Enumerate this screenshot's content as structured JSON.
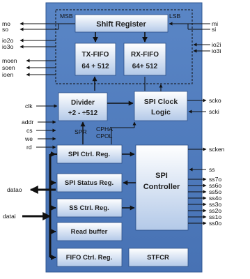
{
  "diagram": {
    "shift_register": {
      "label": "Shift Register",
      "msb": "MSB",
      "lsb": "LSB"
    },
    "tx_fifo": {
      "line1": "TX-FIFO",
      "line2": "64 + 512"
    },
    "rx_fifo": {
      "line1": "RX-FIFO",
      "line2": "64+ 512"
    },
    "divider": {
      "line1": "Divider",
      "line2": "+2 - ÷512"
    },
    "clock_logic": {
      "line1": "SPI Clock",
      "line2": "Logic"
    },
    "controller": {
      "line1": "SPI",
      "line2": "Controller"
    },
    "spr_label": "SPR",
    "cpha_label": "CPHA",
    "cpol_label": "CPOL",
    "registers": {
      "ctrl": "SPI Ctrl. Reg.",
      "status": "SPI Status Reg.",
      "ss": "SS Ctrl. Reg.",
      "read_buffer": "Read buffer",
      "fifo": "FIFO Ctrl. Reg.",
      "stfcr": "STFCR"
    },
    "signals_left": {
      "mo": "mo",
      "so": "so",
      "io2o": "io2o",
      "io3o": "io3o",
      "moen": "moen",
      "soen": "soen",
      "ioen": "ioen",
      "clk": "clk",
      "addr": "addr",
      "cs": "cs",
      "we": "we",
      "rd": "rd",
      "datao": "datao",
      "datai": "datai"
    },
    "signals_right": {
      "mi": "mi",
      "si": "si",
      "io2i": "io2i",
      "io3i": "io3i",
      "scko": "scko",
      "scki": "scki",
      "scken": "scken",
      "ss": "ss",
      "ss_outputs": [
        "ss7o",
        "ss6o",
        "ss5o",
        "ss4o",
        "ss3o",
        "ss2o",
        "ss1o",
        "ss0o"
      ]
    },
    "colors": {
      "outer_fill": "#4f7dc0",
      "block_fill_top": "#ffffff",
      "block_fill_bottom": "#b3c9e8",
      "text": "#1f1f1f",
      "line": "#111111"
    }
  }
}
